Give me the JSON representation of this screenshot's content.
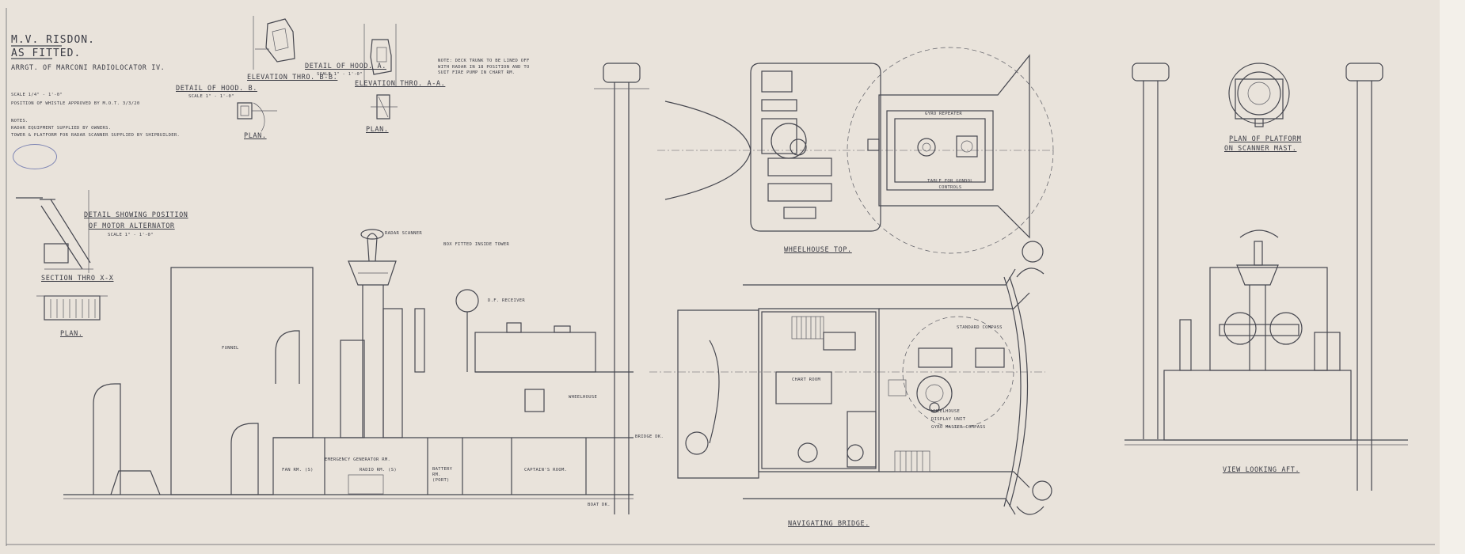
{
  "title": {
    "line1": "M.V. RISDON.",
    "line2": "AS FITTED.",
    "line3": "ARRGT. OF MARCONI RADIOLOCATOR IV."
  },
  "notes": {
    "scale": "SCALE 1/4\" - 1'-0\"",
    "approval": "POSITION OF WHISTLE APPROVED BY M.O.T. 3/3/20",
    "note_label": "NOTES.",
    "note1": "RADAR EQUIPMENT SUPPLIED BY OWNERS.",
    "note2": "TOWER & PLATFORM FOR RADAR SCANNER SUPPLIED BY SHIPBUILDER.",
    "top_note": "NOTE: DECK TRUNK TO BE LINED OFF WITH RADAR IN 18 POSITION AND TO SUIT FIRE PUMP IN CHART RM."
  },
  "views": {
    "hood_b": "DETAIL OF HOOD. B.",
    "hood_b_scale": "SCALE 1\" - 1'-0\"",
    "hood_a": "DETAIL OF HOOD. A.",
    "hood_a_scale": "SCALE 1\" - 1'-0\"",
    "elev_bb": "ELEVATION THRO. B-B.",
    "elev_aa": "ELEVATION THRO. A-A.",
    "plan": "PLAN.",
    "motor_alt_1": "DETAIL SHOWING POSITION",
    "motor_alt_2": "OF MOTOR ALTERNATOR",
    "motor_alt_scale": "SCALE 1\" - 1'-0\"",
    "section_xx": "SECTION THRO X-X",
    "wheelhouse_top": "WHEELHOUSE TOP.",
    "navigating_bridge": "NAVIGATING BRIDGE.",
    "platform_1": "PLAN OF PLATFORM",
    "platform_2": "ON SCANNER MAST.",
    "view_aft": "VIEW LOOKING AFT."
  },
  "profile_labels": {
    "funnel": "FUNNEL",
    "wheelhouse": "WHEELHOUSE",
    "emergency_gen": "EMERGENCY GENERATOR RM.",
    "fan_rm": "FAN RM. (S)",
    "radio_rm": "RADIO RM. (S)",
    "battery_rm": "BATTERY RM. (PORT)",
    "captains_room": "CAPTAIN'S ROOM.",
    "box": "BOX FITTED INSIDE TOWER",
    "scanner": "RADAR SCANNER",
    "df": "D.F. RECEIVER",
    "bridge_deck": "BRIDGE DK.",
    "boat_deck": "BOAT DK."
  },
  "bridge_labels": {
    "chart_room": "CHART ROOM",
    "wheelhouse": "WHEELHOUSE",
    "gyro_repeater": "GYRO REPEATER",
    "display_unit": "DISPLAY UNIT",
    "gyro_master": "GYRO MASTER COMPASS",
    "table": "TABLE FOR GONDOL CONTROLS",
    "standard_compass": "STANDARD COMPASS"
  }
}
